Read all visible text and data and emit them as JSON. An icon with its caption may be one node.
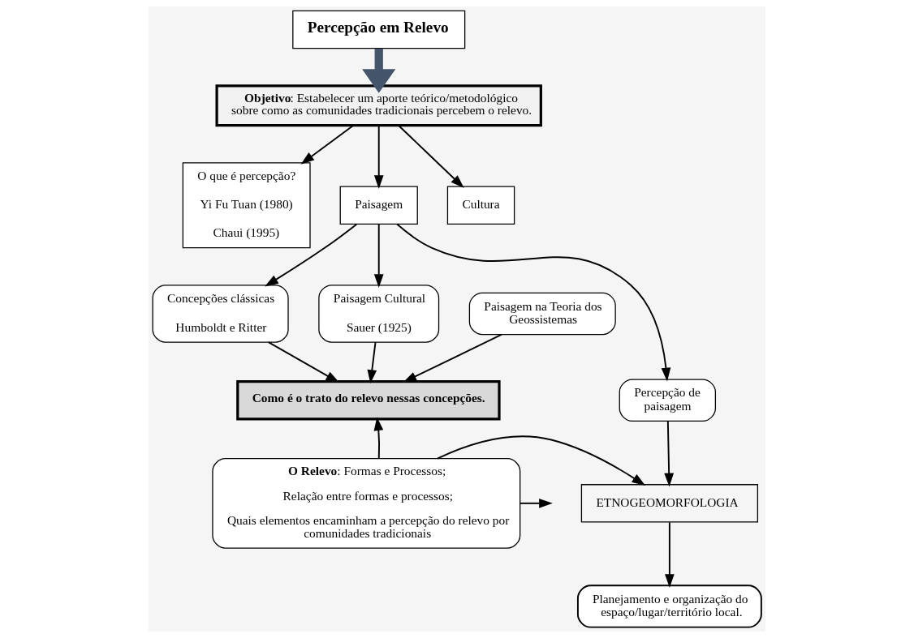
{
  "diagram": {
    "nodes": [
      {
        "text": [
          "Percepção em Relevo"
        ]
      },
      {
        "text": [
          "**Objetivo**: Estabelecer um aporte teórico/metodológico sobre como as comunidades tradicionais percebem o relevo."
        ]
      },
      {
        "text": [
          "O que é percepção?",
          "Yi Fu Tuan (1980)",
          "Chaui (1995)"
        ]
      },
      {
        "text": [
          "Paisagem"
        ]
      },
      {
        "text": [
          "Cultura"
        ]
      },
      {
        "text": [
          "Concepções clássicas",
          "Humboldt e Ritter"
        ]
      },
      {
        "text": [
          "Paisagem Cultural",
          "Sauer (1925)"
        ]
      },
      {
        "text": [
          "Paisagem na Teoria dos Geossistemas"
        ]
      },
      {
        "text": [
          "Percepção de paisagem"
        ]
      },
      {
        "text": [
          "Como é o trato do relevo nessas concepções."
        ]
      },
      {
        "text": [
          "**O Relevo**: Formas e Processos;",
          "Relação entre formas e processos;",
          "Quais elementos encaminham a percepção do relevo por comunidades tradicionais"
        ]
      },
      {
        "text": [
          "ETNOGEOMORFOLOGIA"
        ]
      },
      {
        "text": [
          "Planejamento e organização do espaço/lugar/território local."
        ]
      }
    ],
    "edges": [
      {
        "from": 0,
        "to": 1,
        "arrow": "to",
        "style": "thick",
        "color": "#44546a"
      },
      {
        "from": 1,
        "to": 2,
        "arrow": "to"
      },
      {
        "from": 1,
        "to": 3,
        "arrow": "to"
      },
      {
        "from": 1,
        "to": 4,
        "arrow": "to"
      },
      {
        "from": 3,
        "to": 5,
        "arrow": "to"
      },
      {
        "from": 3,
        "to": 6,
        "arrow": "to"
      },
      {
        "from": 3,
        "to": 8,
        "arrow": "to"
      },
      {
        "from": 5,
        "to": 9,
        "arrow": "to"
      },
      {
        "from": 6,
        "to": 9,
        "arrow": "to"
      },
      {
        "from": 7,
        "to": 9,
        "arrow": "to"
      },
      {
        "from": 10,
        "to": 9,
        "arrow": "to"
      },
      {
        "from": 10,
        "to": null,
        "arrow": "to"
      },
      {
        "from": 10,
        "to": 11,
        "arrow": "to"
      },
      {
        "from": 8,
        "to": 11,
        "arrow": "to"
      },
      {
        "from": 11,
        "to": 12,
        "arrow": "to"
      }
    ]
  }
}
